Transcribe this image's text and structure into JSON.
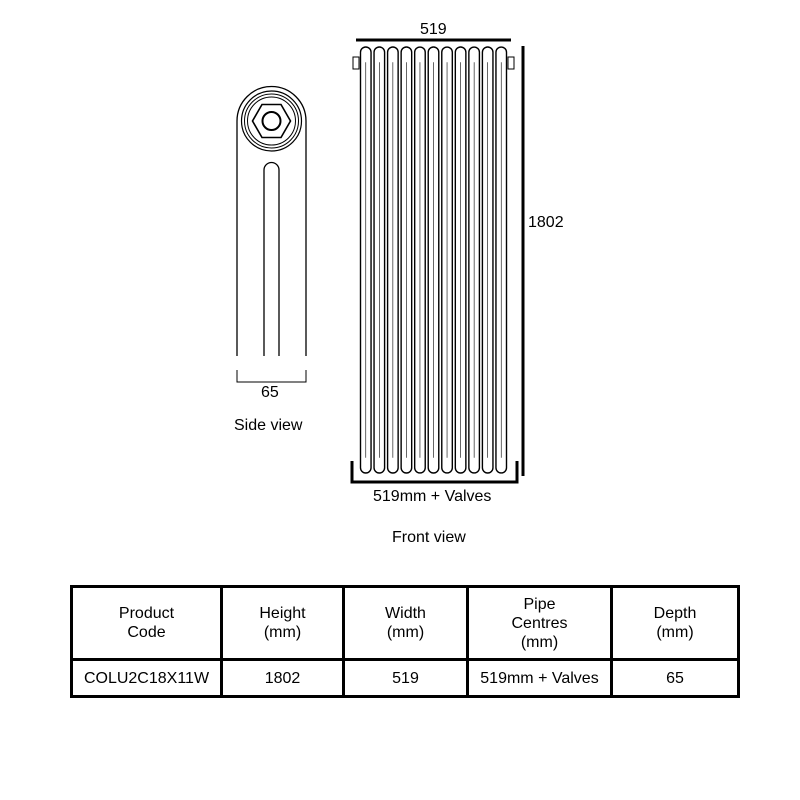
{
  "diagram": {
    "side_view": {
      "depth_label": "65",
      "caption": "Side view"
    },
    "front_view": {
      "width_label": "519",
      "height_label": "1802",
      "pipe_centres_label": "519mm + Valves",
      "caption": "Front view",
      "column_count": 11
    }
  },
  "table": {
    "headers": [
      "Product\nCode",
      "Height\n(mm)",
      "Width\n(mm)",
      "Pipe\nCentres\n(mm)",
      "Depth\n(mm)"
    ],
    "rows": [
      [
        "COLU2C18X11W",
        "1802",
        "519",
        "519mm + Valves",
        "65"
      ]
    ]
  }
}
